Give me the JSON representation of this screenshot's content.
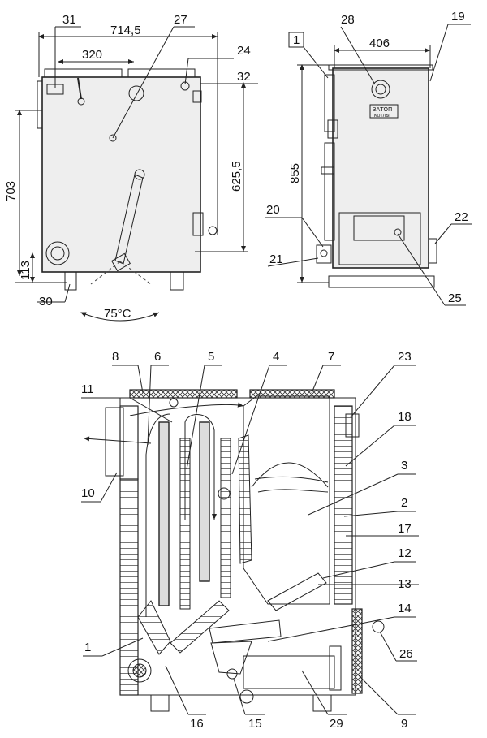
{
  "dimensions": {
    "width_top": "714,5",
    "width_inner": "320",
    "height_total": "703",
    "height_side": "625,5",
    "height_leg": "113",
    "angle": "75°C",
    "side_width": "406",
    "side_height": "855"
  },
  "front_view_labels": [
    "31",
    "27",
    "24",
    "32",
    "30"
  ],
  "side_view_labels": [
    "1",
    "28",
    "19",
    "20",
    "21",
    "22",
    "25"
  ],
  "section_labels": [
    "8",
    "6",
    "5",
    "4",
    "7",
    "23",
    "11",
    "18",
    "10",
    "3",
    "2",
    "17",
    "12",
    "13",
    "14",
    "1",
    "26",
    "16",
    "15",
    "29",
    "9"
  ],
  "nameplate": {
    "line1": "ЗАТОП",
    "line2": "КОТЛЫ"
  }
}
